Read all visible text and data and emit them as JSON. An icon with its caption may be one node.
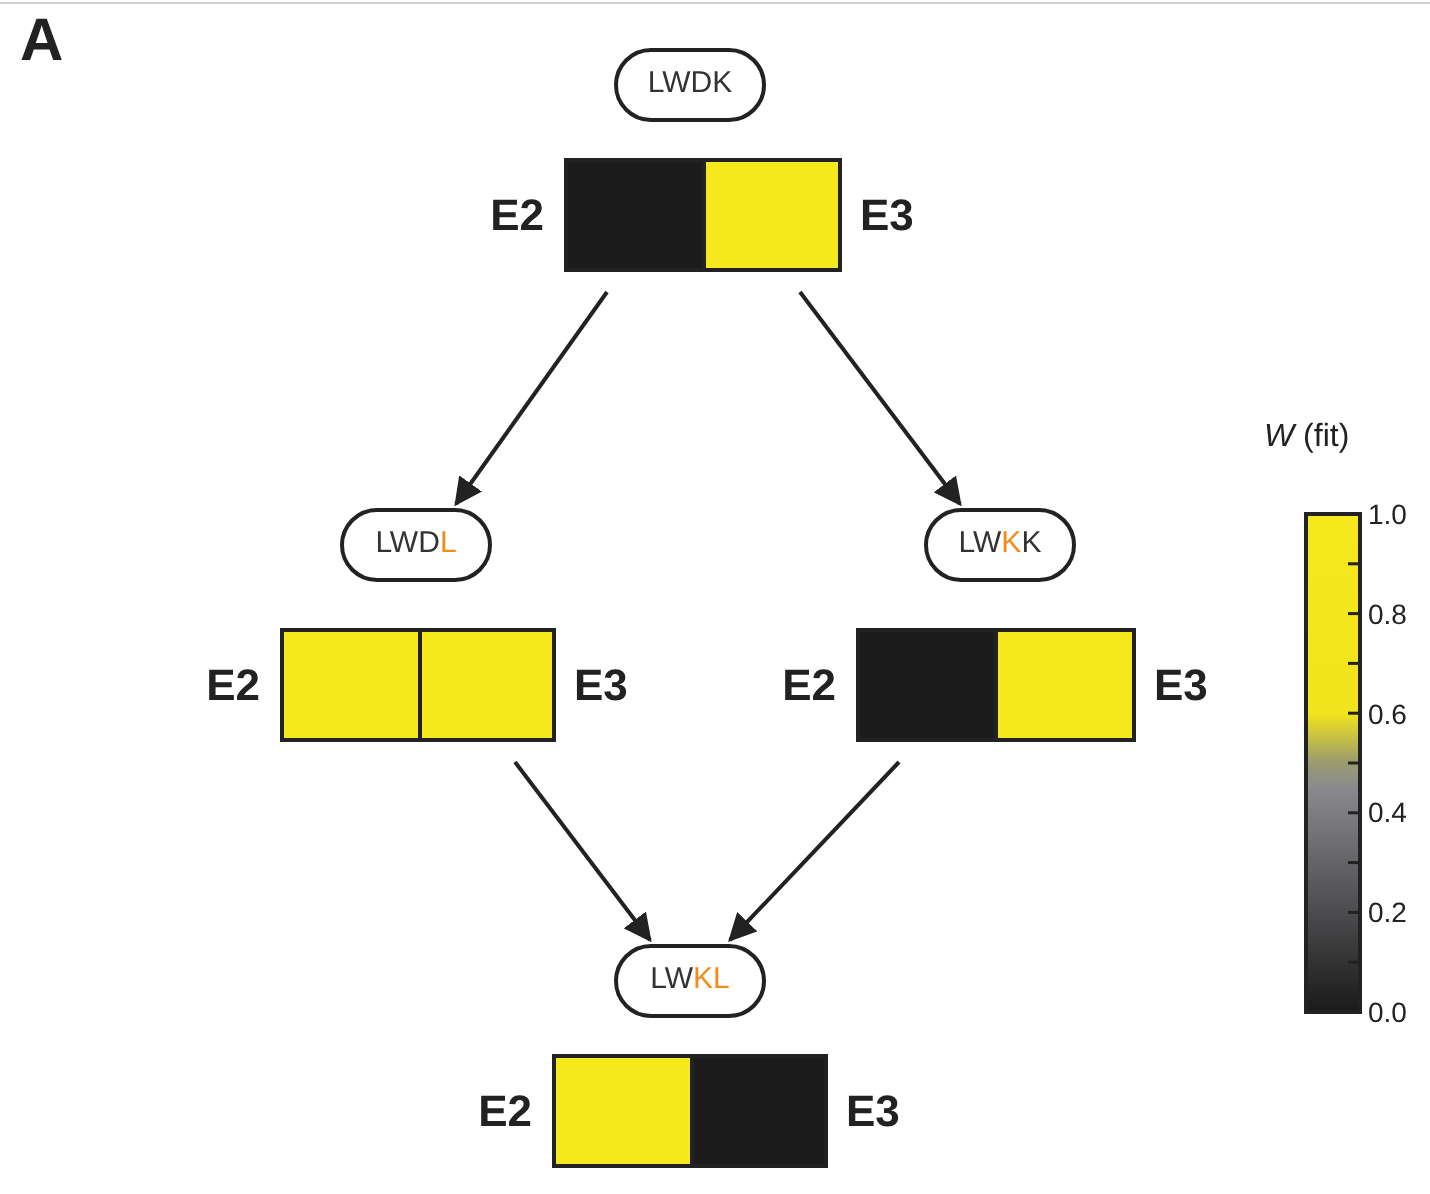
{
  "diagram": {
    "nodes": [
      {
        "text": [
          "LWDK"
        ]
      },
      {
        "text": [],
        "shape": "box",
        "beside": [
          "E2"
        ]
      },
      {
        "text": [],
        "shape": "box",
        "beside": [
          "E3"
        ]
      },
      {
        "text": [
          "LWD**L**"
        ]
      },
      {
        "text": [],
        "shape": "box",
        "beside": [
          "E2"
        ]
      },
      {
        "text": [],
        "shape": "box",
        "beside": [
          "E3"
        ]
      },
      {
        "text": [
          "LW**K**K"
        ]
      },
      {
        "text": [],
        "shape": "box",
        "beside": [
          "E2"
        ]
      },
      {
        "text": [],
        "shape": "box",
        "beside": [
          "E3"
        ]
      },
      {
        "text": [
          "LW**KL**"
        ]
      },
      {
        "text": [],
        "shape": "box",
        "beside": [
          "E2"
        ]
      },
      {
        "text": [],
        "shape": "box",
        "beside": [
          "E3"
        ]
      }
    ],
    "edges": [
      {
        "from": 1,
        "to": 3,
        "arrow": "to"
      },
      {
        "from": 2,
        "to": 6,
        "arrow": "to"
      },
      {
        "from": 5,
        "to": 9,
        "arrow": "to"
      },
      {
        "from": 7,
        "to": 9,
        "arrow": "to"
      }
    ],
    "labels": [
      "A",
      "*W* (fit)",
      "1.0",
      "0.8",
      "0.6",
      "0.4",
      "0.2",
      "0.0"
    ]
  }
}
